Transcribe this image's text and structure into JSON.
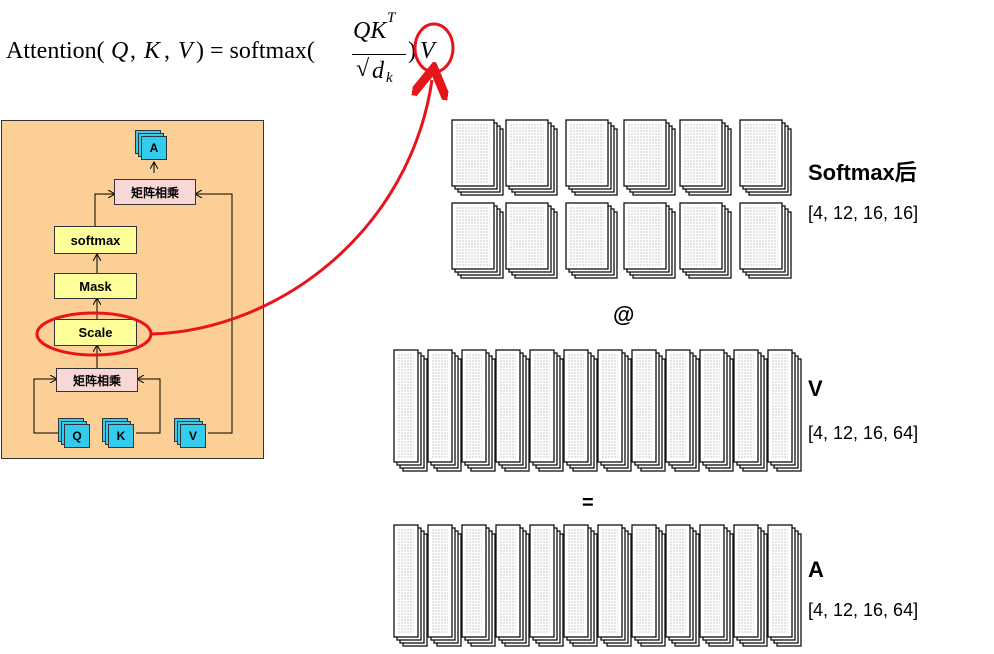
{
  "formula": {
    "lhs": "Attention(",
    "q": "Q",
    "c1": ", ",
    "k": "K",
    "c2": ", ",
    "v": "V",
    "close": ") = softmax(",
    "num": "QK",
    "sup": "T",
    "den_root": "√",
    "den_d": "d",
    "den_sub": "k",
    "paren": ")",
    "v_end": "V"
  },
  "flow": {
    "a": "A",
    "matmul_top": "矩阵相乘",
    "softmax": "softmax",
    "mask": "Mask",
    "scale": "Scale",
    "matmul_bottom": "矩阵相乘",
    "q": "Q",
    "k": "K",
    "v": "V"
  },
  "colors": {
    "panel_bg": "#fbcf95",
    "yellow_box": "#ffff99",
    "pink_box": "#f8d7d7",
    "cyan": "#33ccee",
    "highlight_red": "#e8141c"
  },
  "tensors": {
    "softmax": {
      "label": "Softmax后",
      "shape": "[4, 12, 16, 16]"
    },
    "v": {
      "label": "V",
      "shape": "[4, 12, 16, 64]"
    },
    "a": {
      "label": "A",
      "shape": "[4, 12, 16, 64]"
    }
  },
  "ops": {
    "matmul": "@",
    "equals": "="
  }
}
